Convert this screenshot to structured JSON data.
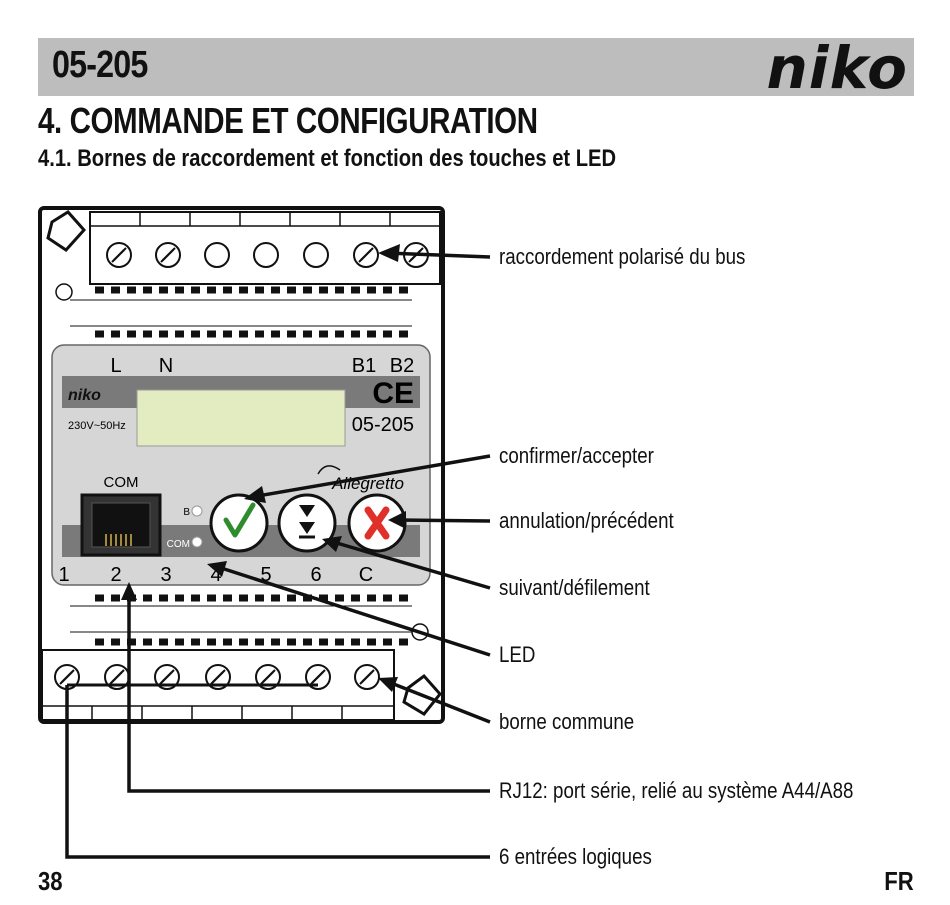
{
  "header": {
    "model": "05-205",
    "brand": "niko"
  },
  "section_title": "4. COMMANDE ET CONFIGURATION",
  "subsection_title": "4.1. Bornes de raccordement et fonction des touches et LED",
  "device": {
    "top_labels": [
      "L",
      "N",
      "B1",
      "B2"
    ],
    "brand_small": "niko",
    "ce_mark": "CE",
    "voltage": "230V~50Hz",
    "model": "05-205",
    "com_label": "COM",
    "allegretto": "Allegretto",
    "led_b": "B",
    "led_com": "COM",
    "bottom_numbers": [
      "1",
      "2",
      "3",
      "4",
      "5",
      "6",
      "C"
    ]
  },
  "callouts": {
    "bus": "raccordement polarisé du bus",
    "confirm": "confirmer/accepter",
    "cancel": "annulation/précédent",
    "next": "suivant/défilement",
    "led": "LED",
    "common": "borne commune",
    "rj12": "RJ12: port série, relié au système A44/A88",
    "inputs": "6 entrées logiques"
  },
  "footer": {
    "page": "38",
    "lang": "FR"
  },
  "colors": {
    "header_bg": "#bdbdbd",
    "lcd": "#e2ecc0",
    "check": "#2e8b2e",
    "cross": "#e0302a"
  }
}
